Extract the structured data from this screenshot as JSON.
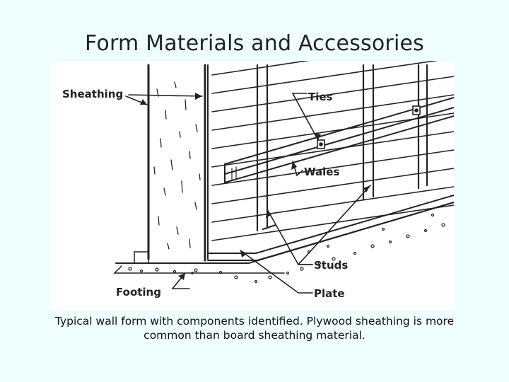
{
  "slide": {
    "title": "Form Materials and Accessories",
    "caption_line1": "Typical wall form with components identified.  Plywood sheathing is more",
    "caption_line2": "common than board sheathing material."
  },
  "diagram": {
    "labels": {
      "sheathing": "Sheathing",
      "ties": "Ties",
      "wales": "Wales",
      "studs": "Studs",
      "plate": "Plate",
      "footing": "Footing"
    }
  }
}
